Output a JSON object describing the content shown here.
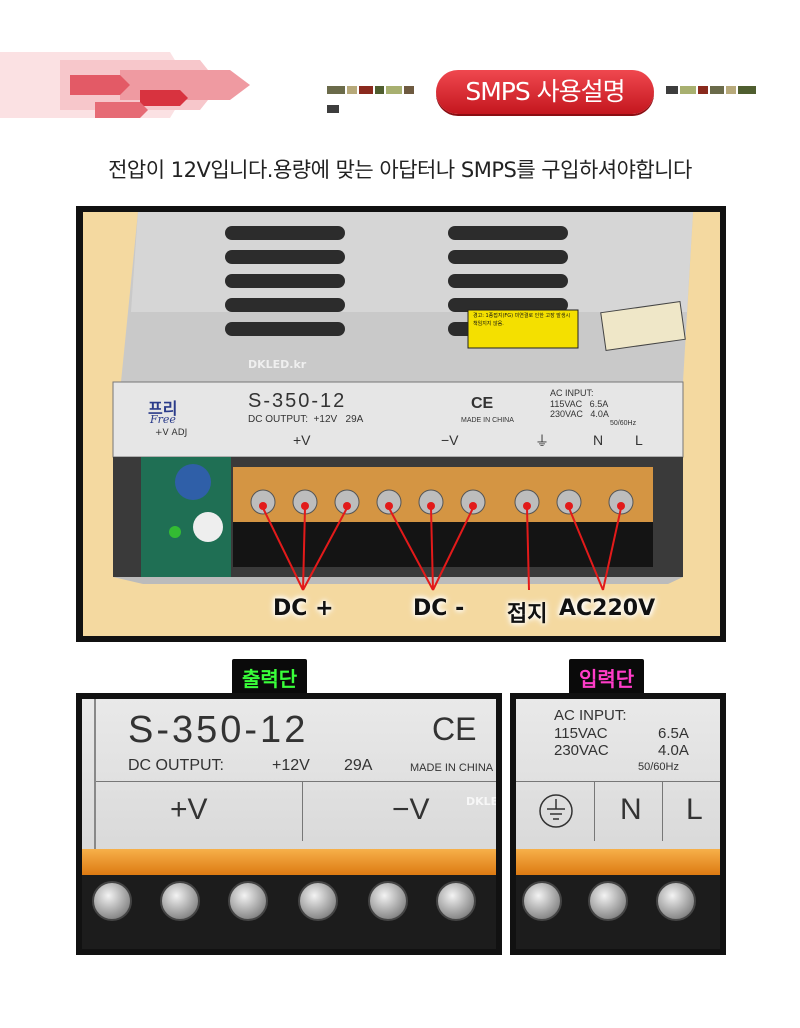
{
  "header": {
    "title": "SMPS 사용설명",
    "strip_colors": [
      "#5a6b3a",
      "#b0a27a",
      "#8a2a1e",
      "#3d3d3d",
      "#a8b070",
      "#6e5a40"
    ]
  },
  "subtitle": "전압이 12V입니다.용량에 맞는 아답터나 SMPS를 구입하셔야합니다",
  "photo": {
    "model": "S-350-12",
    "brand": "프리",
    "brand_script": "Free",
    "vadj": "+V ADJ",
    "dc_output": "DC OUTPUT:  +12V   29A",
    "made_in": "MADE IN CHINA",
    "ac_input": [
      "AC INPUT:",
      "115VAC   6.5A",
      "230VAC   4.0A",
      "50/60Hz"
    ],
    "terminals": [
      "+V",
      "−V",
      "⏚",
      "N",
      "L"
    ],
    "watermark": "DKLED.kr",
    "sticker": "경고: 1종접지(FG) 미연결로 인한 고장 발생시 책임지지 않음.",
    "callouts": [
      "DC +",
      "DC -",
      "접지",
      "AC220V"
    ]
  },
  "output_panel": {
    "badge": "출력단",
    "model": "S-350-12",
    "dc_output": "DC OUTPUT:",
    "voltage": "+12V",
    "current": "29A",
    "made_in": "MADE IN CHINA",
    "terminal_plus": "+V",
    "terminal_minus": "−V",
    "watermark": "DKLED.kr"
  },
  "input_panel": {
    "badge": "입력단",
    "ac_input": "AC INPUT:",
    "line1_v": "115VAC",
    "line1_a": "6.5A",
    "line2_v": "230VAC",
    "line2_a": "4.0A",
    "freq": "50/60Hz",
    "terminal_n": "N",
    "terminal_l": "L"
  },
  "colors": {
    "accent_red": "#d61f27",
    "badge_green_bg": "#0a0a0a",
    "badge_green_fg": "#39ff3a",
    "badge_pink_bg": "#0a0a0a",
    "badge_pink_fg": "#ff3cc8"
  }
}
